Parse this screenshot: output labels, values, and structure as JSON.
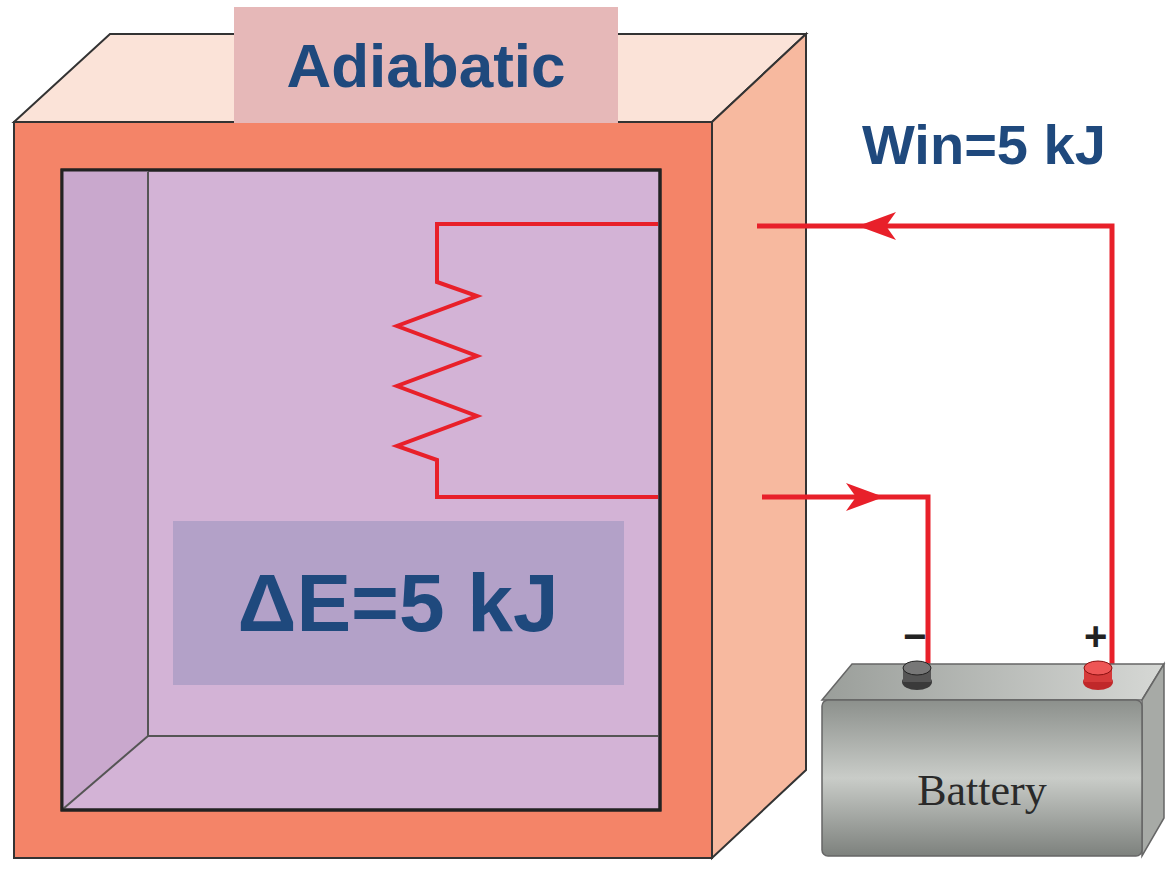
{
  "diagram": {
    "nodes": [
      {
        "text": [
          "Adiabatic"
        ]
      },
      {
        "text": [
          "ΔE=5 kJ"
        ]
      },
      {
        "text": [
          "Battery"
        ]
      }
    ],
    "labels": [
      "Win=5 kJ",
      "−",
      "+"
    ]
  }
}
